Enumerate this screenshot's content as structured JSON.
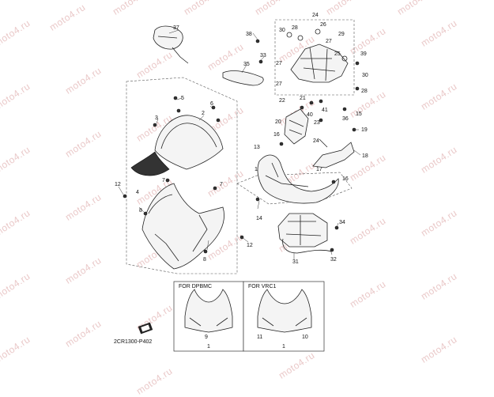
{
  "watermark": "moto4.ru",
  "diagram_code": "2CR1300-P402",
  "variant_boxes": [
    {
      "label": "FOR DPBMC",
      "parts": [
        "9",
        "1"
      ]
    },
    {
      "label": "FOR VRC1",
      "parts": [
        "11",
        "10",
        "1"
      ]
    }
  ],
  "callouts": [
    "37",
    "38",
    "30",
    "28",
    "26",
    "24",
    "29",
    "39",
    "25",
    "27",
    "33",
    "35",
    "27",
    "27",
    "30",
    "28",
    "5",
    "3",
    "2",
    "6",
    "22",
    "21",
    "41",
    "40",
    "23",
    "36",
    "15",
    "20",
    "19",
    "16",
    "13",
    "24",
    "18",
    "17",
    "12",
    "7",
    "7",
    "4",
    "16",
    "8",
    "14",
    "34",
    "12",
    "8",
    "31",
    "32",
    "1"
  ]
}
